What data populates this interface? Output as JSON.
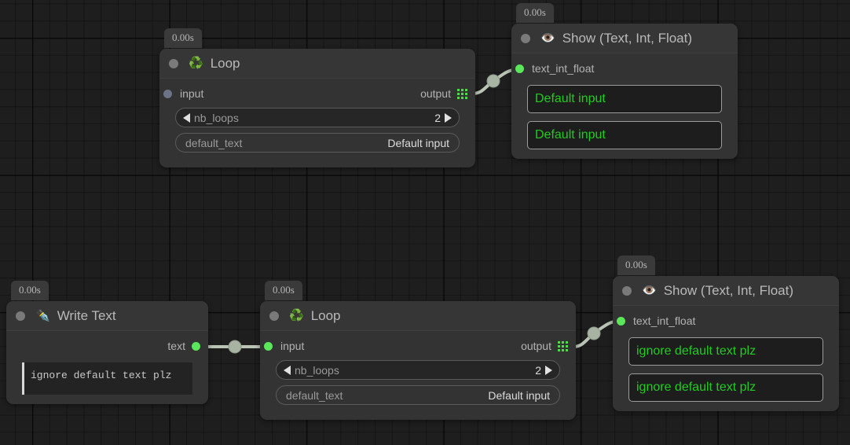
{
  "canvas": {
    "background_color": "#1e1e1e",
    "grid_minor_color": "#1a1a1a",
    "grid_major_color": "#141414"
  },
  "accent": {
    "port_connected": "#5ce65c",
    "port_idle": "#6d7488",
    "value_text": "#21cc21",
    "wire": "#b9c4b4"
  },
  "nodes": [
    {
      "id": "loop-1",
      "time_badge": "0.00s",
      "icon": "recycle-icon",
      "emoji": "♻️",
      "title": "Loop",
      "input_port": {
        "label": "input",
        "state": "idle"
      },
      "output_port": {
        "label": "output",
        "icon": "grid-icon"
      },
      "params": [
        {
          "name": "nb_loops",
          "value": "2",
          "type": "stepper"
        },
        {
          "name": "default_text",
          "value": "Default input",
          "type": "text"
        }
      ]
    },
    {
      "id": "show-1",
      "time_badge": "0.00s",
      "icon": "eye-icon",
      "emoji": "👁️",
      "title": "Show (Text, Int, Float)",
      "input_port": {
        "label": "text_int_float",
        "state": "connected"
      },
      "values": [
        "Default input",
        "Default input"
      ]
    },
    {
      "id": "write-text-1",
      "time_badge": "0.00s",
      "icon": "pen-nib-icon",
      "emoji": "✒️",
      "title": "Write Text",
      "output_port": {
        "label": "text",
        "state": "connected"
      },
      "editor_text": "ignore default text plz"
    },
    {
      "id": "loop-2",
      "time_badge": "0.00s",
      "icon": "recycle-icon",
      "emoji": "♻️",
      "title": "Loop",
      "input_port": {
        "label": "input",
        "state": "connected"
      },
      "output_port": {
        "label": "output",
        "icon": "grid-icon"
      },
      "params": [
        {
          "name": "nb_loops",
          "value": "2",
          "type": "stepper"
        },
        {
          "name": "default_text",
          "value": "Default input",
          "type": "text"
        }
      ]
    },
    {
      "id": "show-2",
      "time_badge": "0.00s",
      "icon": "eye-icon",
      "emoji": "👁️",
      "title": "Show (Text, Int, Float)",
      "input_port": {
        "label": "text_int_float",
        "state": "connected"
      },
      "values": [
        "ignore default text plz",
        "ignore default text plz"
      ]
    }
  ],
  "connections": [
    {
      "from": "loop-1.output",
      "to": "show-1.text_int_float"
    },
    {
      "from": "write-text-1.text",
      "to": "loop-2.input"
    },
    {
      "from": "loop-2.output",
      "to": "show-2.text_int_float"
    }
  ]
}
